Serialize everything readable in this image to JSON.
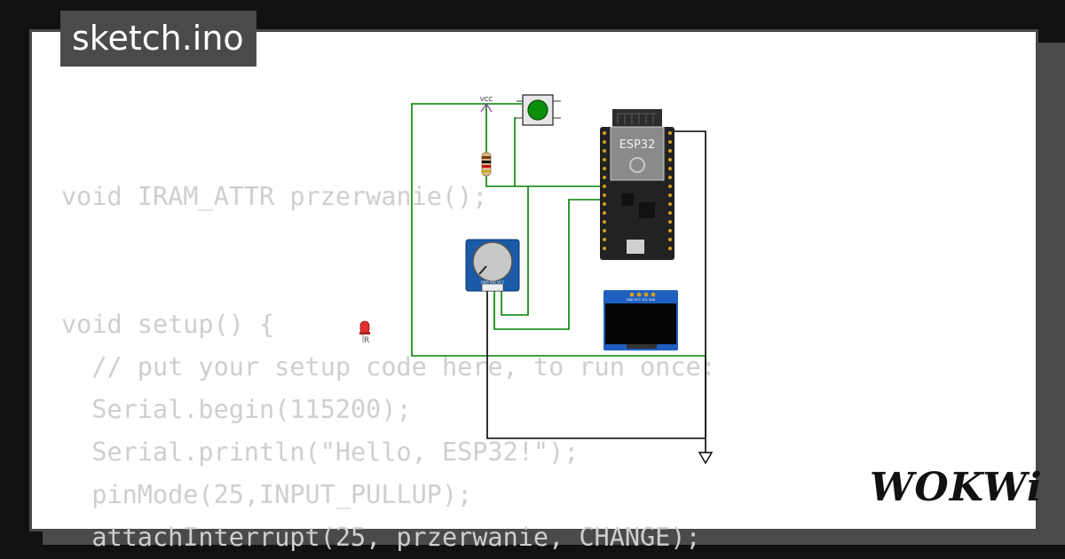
{
  "tab": {
    "filename": "sketch.ino"
  },
  "code_lines": [
    "void IRAM_ATTR przerwanie();",
    "",
    "",
    "void setup() {",
    "  // put your setup code here, to run once:",
    "  Serial.begin(115200);",
    "  Serial.println(\"Hello, ESP32!\");",
    "  pinMode(25,INPUT_PULLUP);",
    "  attachInterrupt(25, przerwanie, CHANGE);"
  ],
  "diagram": {
    "vcc_label": "VCC",
    "esp32_label": "ESP32",
    "led_label": "R",
    "oled_pins_label": "GND VCC SCL SDA",
    "pot_pins_label": "GND SIG VCC"
  },
  "branding": {
    "logo_text": "WOKWi"
  },
  "colors": {
    "frame": "#4a4a4a",
    "background": "#111111",
    "code_text": "#cfcfcf",
    "wire_green": "#008000",
    "wire_black": "#000000",
    "button_green": "#0a8f0a",
    "pot_blue": "#1a5aa6",
    "oled_blue": "#1f5fc0",
    "led_red": "#e03030"
  }
}
